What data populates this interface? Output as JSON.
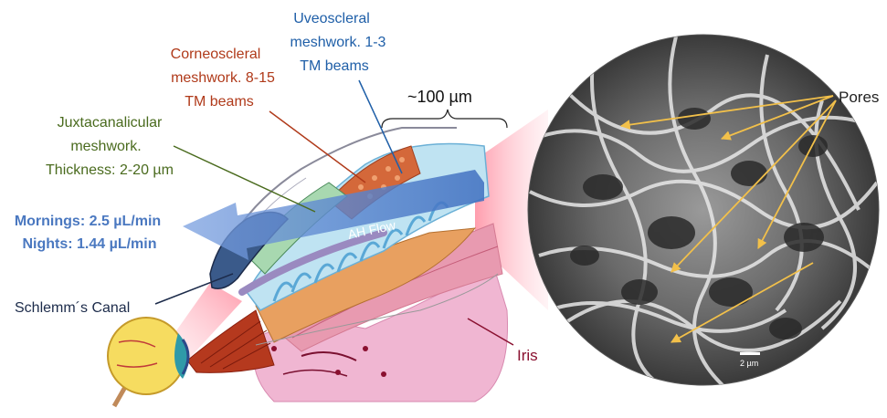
{
  "labels": {
    "uveoscleral": [
      "Uveoscleral",
      "meshwork. 1-3",
      "TM beams"
    ],
    "corneoscleral": [
      "Corneoscleral",
      "meshwork. 8-15",
      "TM beams"
    ],
    "juxtacanalicular": [
      "Juxtacanalicular",
      "meshwork.",
      "Thickness: 2-20 µm"
    ],
    "flow_rates": [
      "Mornings: 2.5 µL/min",
      "Nights: 1.44 µL/min"
    ],
    "schlemm": "Schlemm´s Canal",
    "iris": "Iris",
    "ah_flow": "AH Flow",
    "scale_100": "~100 µm",
    "pores": "Pores",
    "scale_bar": "2 µm"
  },
  "colors": {
    "uveoscleral": "#1f5fa8",
    "corneoscleral": "#b03a1a",
    "juxtacanalicular": "#4a6b1e",
    "flow": "#4a78c0",
    "schlemm": "#1c2b4a",
    "iris": "#8a1030",
    "pores": "#f2c04a"
  }
}
